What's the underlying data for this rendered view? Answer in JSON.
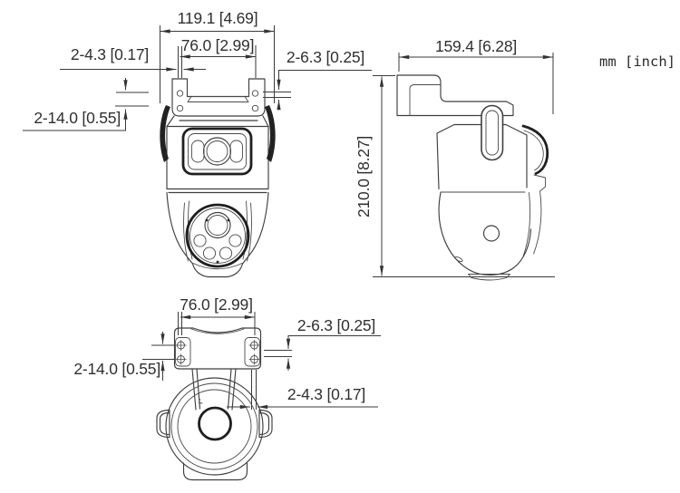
{
  "title": "camera-dimension-drawing",
  "units_label": "mm [inch]",
  "front_view": {
    "overall_width": "119.1 [4.69]",
    "hole_spacing": "76.0 [2.99]",
    "slot_width": "2-4.3 [0.17]",
    "hole_diameter": "2-6.3 [0.25]",
    "hole_pitch": "2-14.0 [0.55]"
  },
  "side_view": {
    "depth": "159.4 [6.28]",
    "height": "210.0 [8.27]"
  },
  "bottom_view": {
    "hole_spacing": "76.0 [2.99]",
    "hole_diameter": "2-6.3 [0.25]",
    "hole_pitch": "2-14.0 [0.55]",
    "slot_width": "2-4.3 [0.17]"
  }
}
